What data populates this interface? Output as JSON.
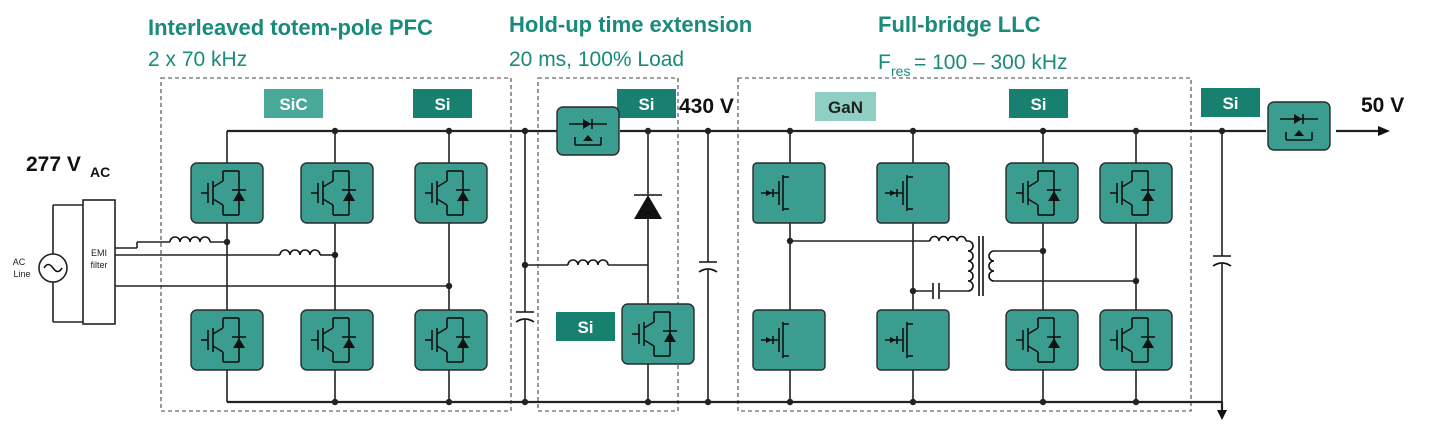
{
  "sections": {
    "pfc": {
      "title": "Interleaved totem-pole PFC",
      "subtitle": "2 x 70 kHz"
    },
    "holdup": {
      "title": "Hold-up time extension",
      "subtitle": "20 ms, 100% Load"
    },
    "llc": {
      "title": "Full-bridge LLC",
      "subtitle_prefix": "F",
      "subtitle_sub": "res",
      "subtitle_suffix": "= 100 – 300 kHz"
    }
  },
  "voltages": {
    "input_main": "277 V",
    "input_sub": "AC",
    "bus": "430 V",
    "output": "50 V"
  },
  "tags": {
    "pfc_sic": "SiC",
    "pfc_si": "Si",
    "holdup_top_si": "Si",
    "holdup_bottom_si": "Si",
    "llc_gan": "GaN",
    "llc_si": "Si",
    "output_si": "Si"
  },
  "labels": {
    "ac_line_1": "AC",
    "ac_line_2": "Line",
    "emi_1": "EMI",
    "emi_2": "filter"
  },
  "colors": {
    "header_text": "#1a8a7a",
    "switch_fill": "#3a9d8f",
    "tag_dark": "#17806f",
    "tag_light_sic": "#4aa898",
    "tag_light_gan": "#8fcfc3"
  }
}
